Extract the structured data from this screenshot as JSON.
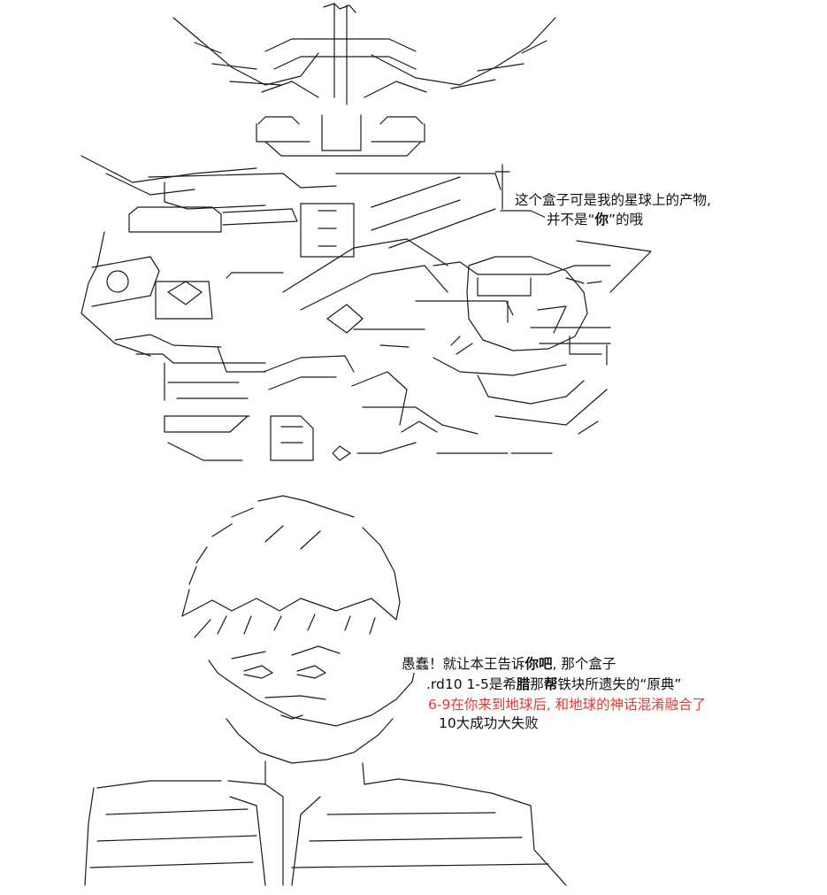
{
  "colors": {
    "background": "#ffffff",
    "text": "#111111",
    "highlight_red": "#e8362f",
    "art_line": "#1a1a1a"
  },
  "robot_dialog": {
    "line1": "这个盒子可是我的星球上的产物,",
    "line2_pre": "并不是“",
    "line2_emph": "你",
    "line2_post": "”的哦"
  },
  "boy_dialog": {
    "line1_pre": "愚蠢！就让本王告诉",
    "line1_emph": "你吧",
    "line1_post": ", 那个盒子",
    "line2_pre": ".rd10 1-5是希",
    "line2_emph1": "腊",
    "line2_mid": "那",
    "line2_emph2": "帮",
    "line2_post": "铁块所遗失的“原典”",
    "line3": "6-9在你来到地球后, 和地球的神话混淆融合了",
    "line4": "10大成功大失败"
  }
}
